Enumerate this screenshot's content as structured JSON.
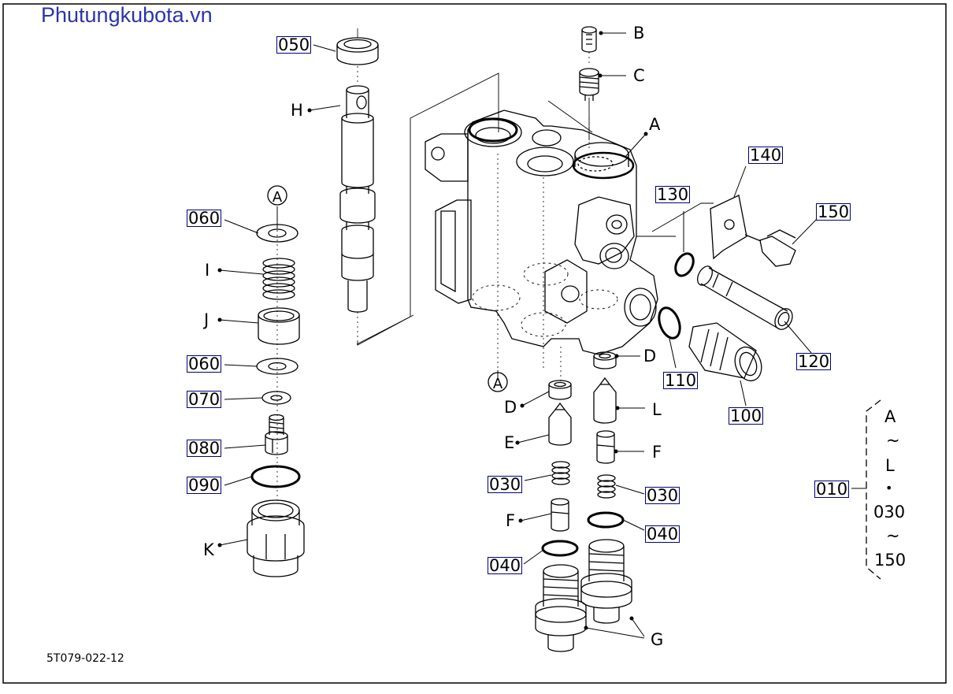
{
  "brand": "Phutungkubota.vn",
  "drawing_number": "5T079-022-12",
  "part_numbers": {
    "p010": "010",
    "p030a": "030",
    "p030b": "030",
    "p040a": "040",
    "p040b": "040",
    "p050": "050",
    "p060a": "060",
    "p060b": "060",
    "p070": "070",
    "p080": "080",
    "p090": "090",
    "p100": "100",
    "p110": "110",
    "p120": "120",
    "p130": "130",
    "p140": "140",
    "p150": "150"
  },
  "letters": {
    "A": "A",
    "B": "B",
    "C": "C",
    "D": "D",
    "E": "E",
    "F": "F",
    "G": "G",
    "H": "H",
    "I": "I",
    "J": "J",
    "K": "K",
    "L": "L"
  },
  "callout": {
    "from": "A",
    "tilde1": "~",
    "to": "L",
    "dot": "•",
    "from2": "030",
    "tilde2": "~",
    "to2": "150"
  },
  "colors": {
    "brand": "#2b35a8",
    "box_border": "#000080",
    "line": "#000000"
  }
}
